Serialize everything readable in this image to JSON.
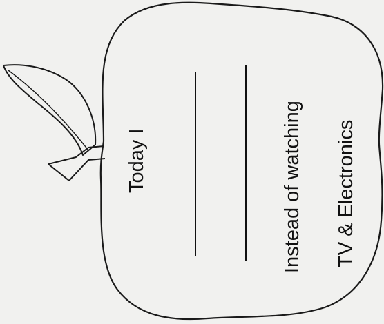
{
  "worksheet": {
    "line_1": "Today I",
    "line_2": "Instead of watching",
    "line_3": "TV & Electronics"
  }
}
